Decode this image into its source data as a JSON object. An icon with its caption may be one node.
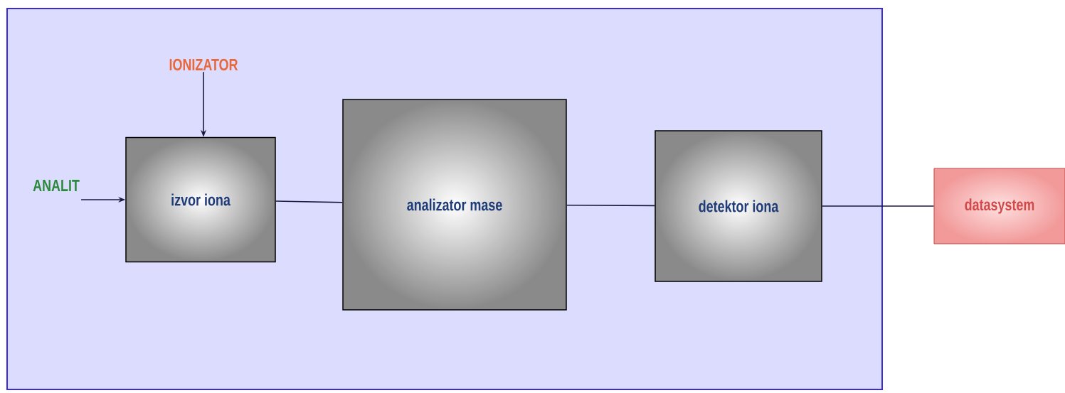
{
  "diagram": {
    "nodes": [
      {
        "text": [],
        "shape": "box"
      },
      {
        "text": [
          "IONIZATOR"
        ],
        "in": 0
      },
      {
        "text": [
          "ANALIT"
        ],
        "in": 0
      },
      {
        "text": [
          "izvor iona"
        ],
        "in": 0
      },
      {
        "text": [
          "analizator mase"
        ],
        "in": 0
      },
      {
        "text": [
          "detektor iona"
        ],
        "in": 0
      },
      {
        "text": [
          "datasystem"
        ]
      }
    ],
    "edges": [
      {
        "from": 1,
        "to": 3,
        "arrow": "to"
      },
      {
        "from": 2,
        "to": 3,
        "arrow": "to"
      },
      {
        "from": 3,
        "to": 4,
        "arrow": "none"
      },
      {
        "from": 4,
        "to": 5,
        "arrow": "none"
      },
      {
        "from": 5,
        "to": 6,
        "arrow": "none"
      }
    ]
  }
}
